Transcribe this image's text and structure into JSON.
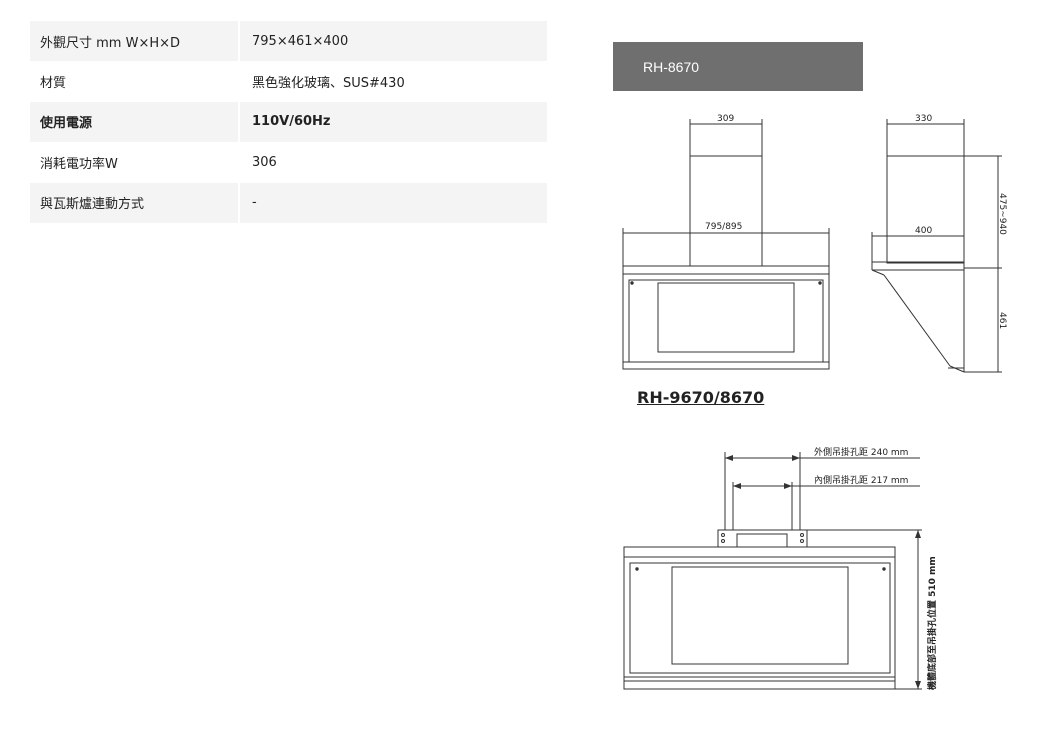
{
  "specs": [
    {
      "label": "外觀尺寸 mm W×H×D",
      "value": "795×461×400"
    },
    {
      "label": "材質",
      "value": "黑色強化玻璃、SUS#430"
    },
    {
      "label": "使用電源",
      "value": "110V/60Hz"
    },
    {
      "label": "消耗電功率W",
      "value": "306"
    },
    {
      "label": "與瓦斯爐連動方式",
      "value": "-"
    }
  ],
  "model_banner": "RH-8670",
  "drawing_top": {
    "dims": {
      "front_top_width": "309",
      "front_width": "795/895",
      "side_top_depth": "330",
      "side_depth": "400",
      "side_chimney_height": "475~940",
      "side_body_height": "461"
    }
  },
  "caption": "RH-9670/8670",
  "drawing_bottom": {
    "outer_hook": "外側吊掛孔距 240 mm",
    "inner_hook": "內側吊掛孔距 217 mm",
    "hole_height": "機體底部至吊掛孔位置 510 mm"
  }
}
